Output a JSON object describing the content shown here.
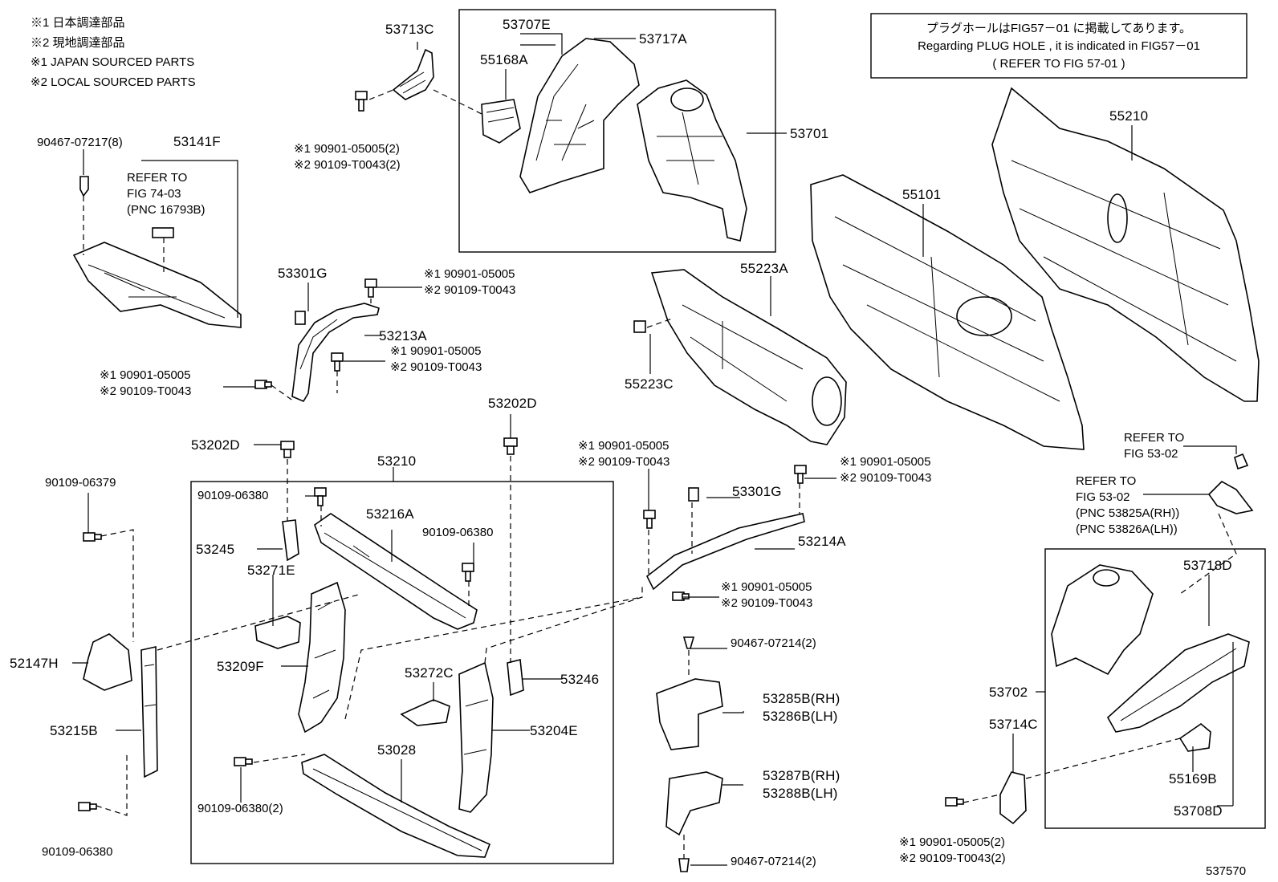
{
  "legend": [
    "※1  日本調達部品",
    "※2  現地調達部品",
    "※1  JAPAN SOURCED PARTS",
    "※2  LOCAL SOURCED PARTS"
  ],
  "notice": {
    "line1": "プラグホールはFIG57－01 に掲載してあります。",
    "line2": "Regarding PLUG HOLE , it is indicated in FIG57－01",
    "line3": "(  REFER TO FIG 57-01  )"
  },
  "labels": {
    "p53713C": "53713C",
    "p53707E": "53707E",
    "p53717A": "53717A",
    "p55168A": "55168A",
    "p53701": "53701",
    "b1_1": "※1 90901-05005(2)",
    "b1_2": "※2 90109-T0043(2)",
    "p90467_07217": "90467-07217(8)",
    "p53141F": "53141F",
    "ref74_1": "REFER TO",
    "ref74_2": "FIG 74-03",
    "ref74_3": "(PNC 16793B)",
    "p53301G_l": "53301G",
    "b2_1": "※1 90901-05005",
    "b2_2": "※2 90109-T0043",
    "p53213A": "53213A",
    "b3_1": "※1 90901-05005",
    "b3_2": "※2 90109-T0043",
    "b4_1": "※1 90901-05005",
    "b4_2": "※2 90109-T0043",
    "p55223A": "55223A",
    "p55223C": "55223C",
    "p55101": "55101",
    "p55210": "55210",
    "p53202D_l": "53202D",
    "p53202D_r": "53202D",
    "p53210": "53210",
    "p90109_06379": "90109-06379",
    "p90109_06380_a": "90109-06380",
    "p53216A": "53216A",
    "p53245": "53245",
    "p90109_06380_b": "90109-06380",
    "p53271E": "53271E",
    "p52147H": "52147H",
    "p53209F": "53209F",
    "p53272C": "53272C",
    "p53246": "53246",
    "p53204E": "53204E",
    "p53215B": "53215B",
    "p53028": "53028",
    "p90109_06380_2": "90109-06380(2)",
    "p90109_06380_c": "90109-06380",
    "b5_1": "※1 90901-05005",
    "b5_2": "※2 90109-T0043",
    "b6_1": "※1 90901-05005",
    "b6_2": "※2 90109-T0043",
    "p53301G_r": "53301G",
    "p53214A": "53214A",
    "b7_1": "※1 90901-05005",
    "b7_2": "※2 90109-T0043",
    "p90467_07214_a": "90467-07214(2)",
    "p53285B": "53285B(RH)",
    "p53286B": "53286B(LH)",
    "p53287B": "53287B(RH)",
    "p53288B": "53288B(LH)",
    "p90467_07214_b": "90467-07214(2)",
    "ref53_1": "REFER TO",
    "ref53_2": "FIG 53-02",
    "ref53b_1": "REFER TO",
    "ref53b_2": "FIG 53-02",
    "ref53b_3": "(PNC 53825A(RH))",
    "ref53b_4": "(PNC 53826A(LH))",
    "p53718D": "53718D",
    "p53702": "53702",
    "p53714C": "53714C",
    "p55169B": "55169B",
    "p53708D": "53708D",
    "b8_1": "※1 90901-05005(2)",
    "b8_2": "※2 90109-T0043(2)",
    "fig_no": "537570"
  }
}
